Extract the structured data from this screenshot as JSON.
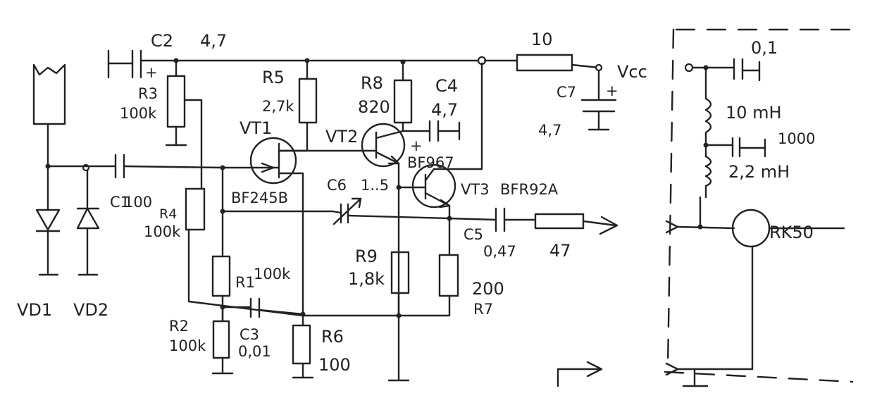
{
  "labels": {
    "c2": "C2",
    "c2_val": "4,7",
    "plus_c2": "+",
    "r3": "R3",
    "r3_val": "100k",
    "r5": "R5",
    "r5_val": "2,7k",
    "r8": "R8",
    "r8_val": "820",
    "c4": "C4",
    "c4_val": "4,7",
    "plus_c4": "+",
    "r10_val": "10",
    "vcc": "Vcc",
    "c7": "C7",
    "c7_val": "4,7",
    "plus_c7": "+",
    "c_top_val": "0,1",
    "l1_val": "10 mH",
    "c_mid_val": "1000",
    "l2_val": "2,2 mH",
    "vt1": "VT1",
    "vt2": "VT2",
    "vt2_type": "BF967",
    "vt1_type": "BF245B",
    "vt3": "VT3",
    "vt3_type": "BFR92A",
    "c1": "C1",
    "c1_val": "100",
    "r4": "R4",
    "r4_val": "100k",
    "c6": "C6",
    "c6_val": "1..5",
    "c5": "C5",
    "c5_val": "0,47",
    "r_out_val": "47",
    "rk50": "RK50",
    "r1": "R1",
    "r1_val": "100k",
    "r9": "R9",
    "r9_val": "1,8k",
    "r7_val": "200",
    "r7": "R7",
    "vd1": "VD1",
    "vd2": "VD2",
    "r2": "R2",
    "r2_val": "100k",
    "c3": "C3",
    "c3_val": "0,01",
    "r6": "R6",
    "r6_val": "100"
  }
}
